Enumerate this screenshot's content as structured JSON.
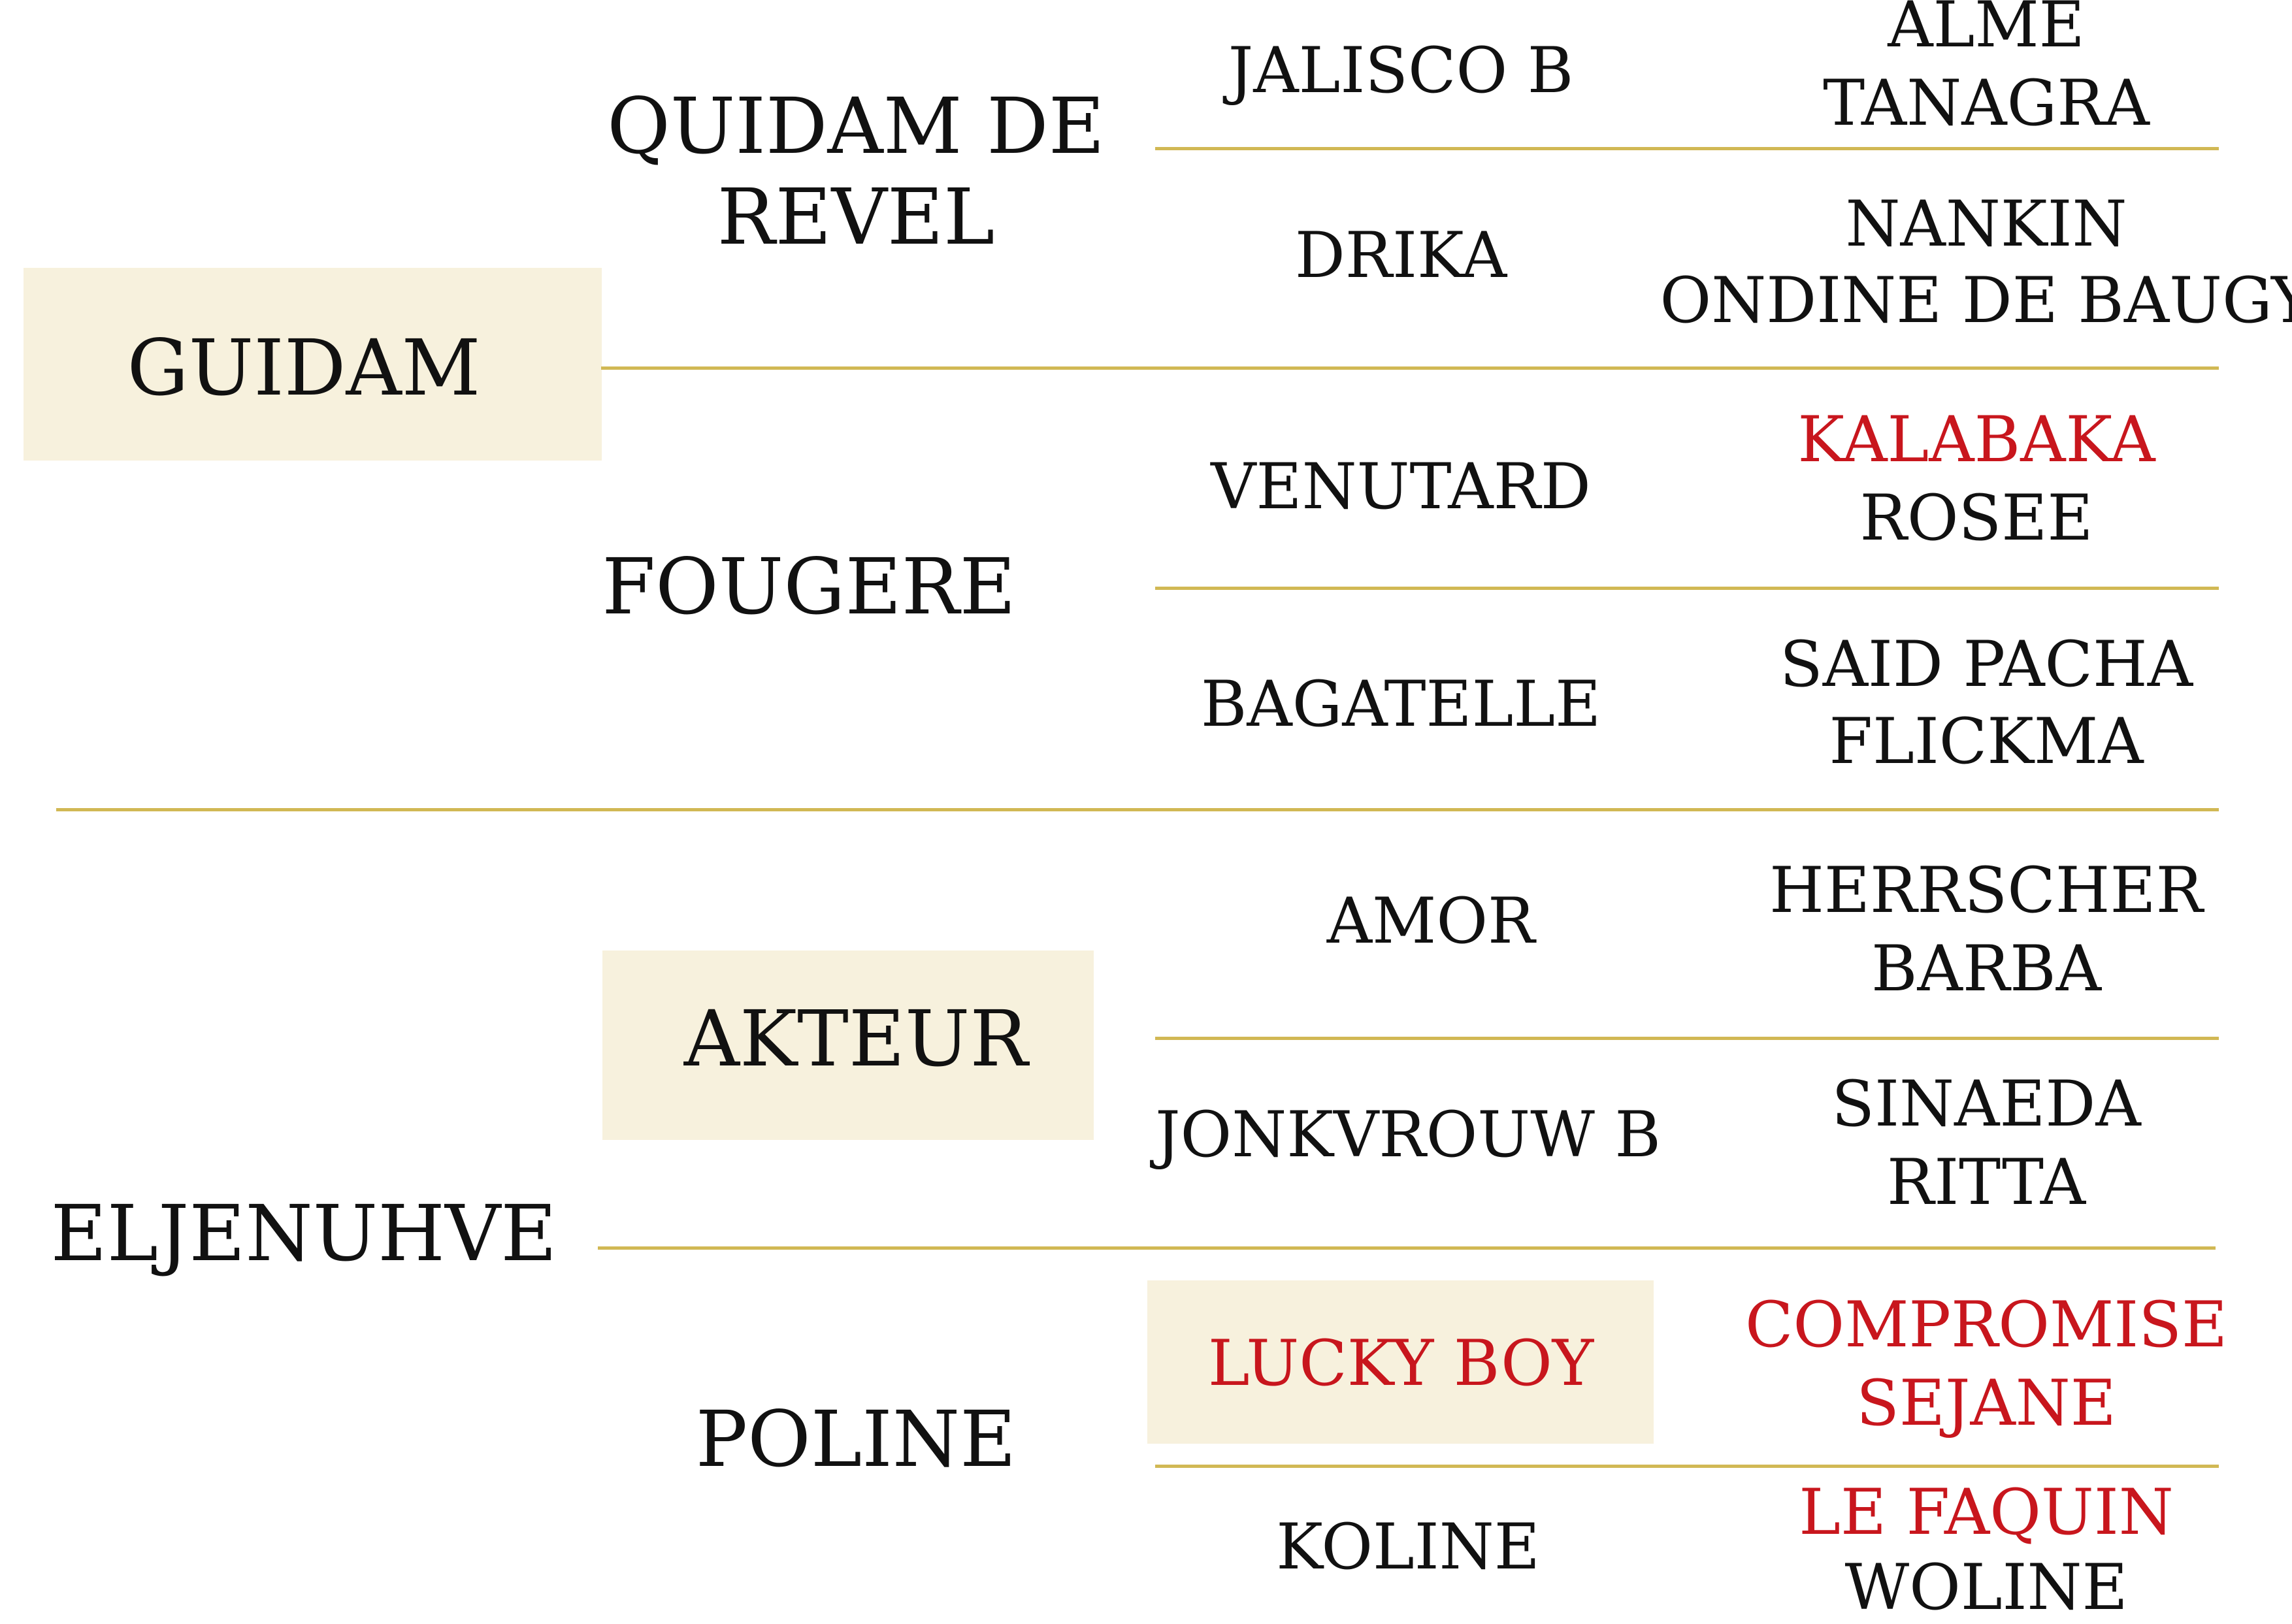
{
  "colors": {
    "line": "#d1b854",
    "highlight": "#f7f1dd",
    "text": "#111111",
    "emphasis": "#c8161d"
  },
  "pedigree": {
    "sire": "GUIDAM",
    "dam": "ELJENUHVE",
    "gen2": {
      "ss_line1": "QUIDAM DE",
      "ss_line2": "REVEL",
      "sd": "FOUGERE",
      "ds": "AKTEUR",
      "dd": "POLINE"
    },
    "gen3": {
      "sss": "JALISCO B",
      "ssd": "DRIKA",
      "sds": "VENUTARD",
      "sdd": "BAGATELLE",
      "dss": "AMOR",
      "dsd": "JONKVROUW B",
      "dds": "LUCKY BOY",
      "ddd": "KOLINE"
    },
    "gen4": {
      "g1a": "ALME",
      "g1b": "TANAGRA",
      "g2a": "NANKIN",
      "g2b": "ONDINE DE BAUGY",
      "g3a": "KALABAKA",
      "g3b": "ROSEE",
      "g4a": "SAID PACHA",
      "g4b": "FLICKMA",
      "g5a": "HERRSCHER",
      "g5b": "BARBA",
      "g6a": "SINAEDA",
      "g6b": "RITTA",
      "g7a": "COMPROMISE",
      "g7b": "SEJANE",
      "g8a": "LE FAQUIN",
      "g8b": "WOLINE"
    }
  }
}
